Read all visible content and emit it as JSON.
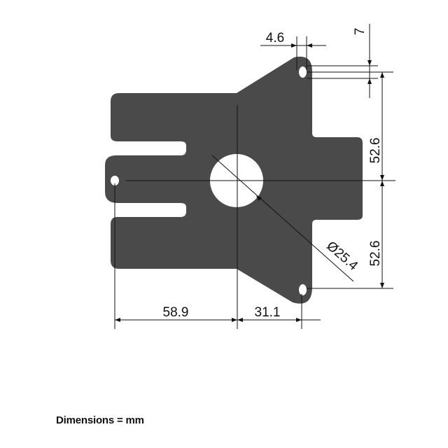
{
  "dimensions": {
    "hole_offset_x": "4.6",
    "hole_offset_y": "7",
    "upper_vertical": "52.6",
    "lower_vertical": "52.6",
    "left_horizontal": "58.9",
    "right_horizontal": "31.1",
    "center_hole_diameter": "Ø25.4"
  },
  "footnote": "Dimensions = mm",
  "colors": {
    "plate": "#4a4a4a",
    "line": "#111111",
    "hole": "#ffffff"
  }
}
